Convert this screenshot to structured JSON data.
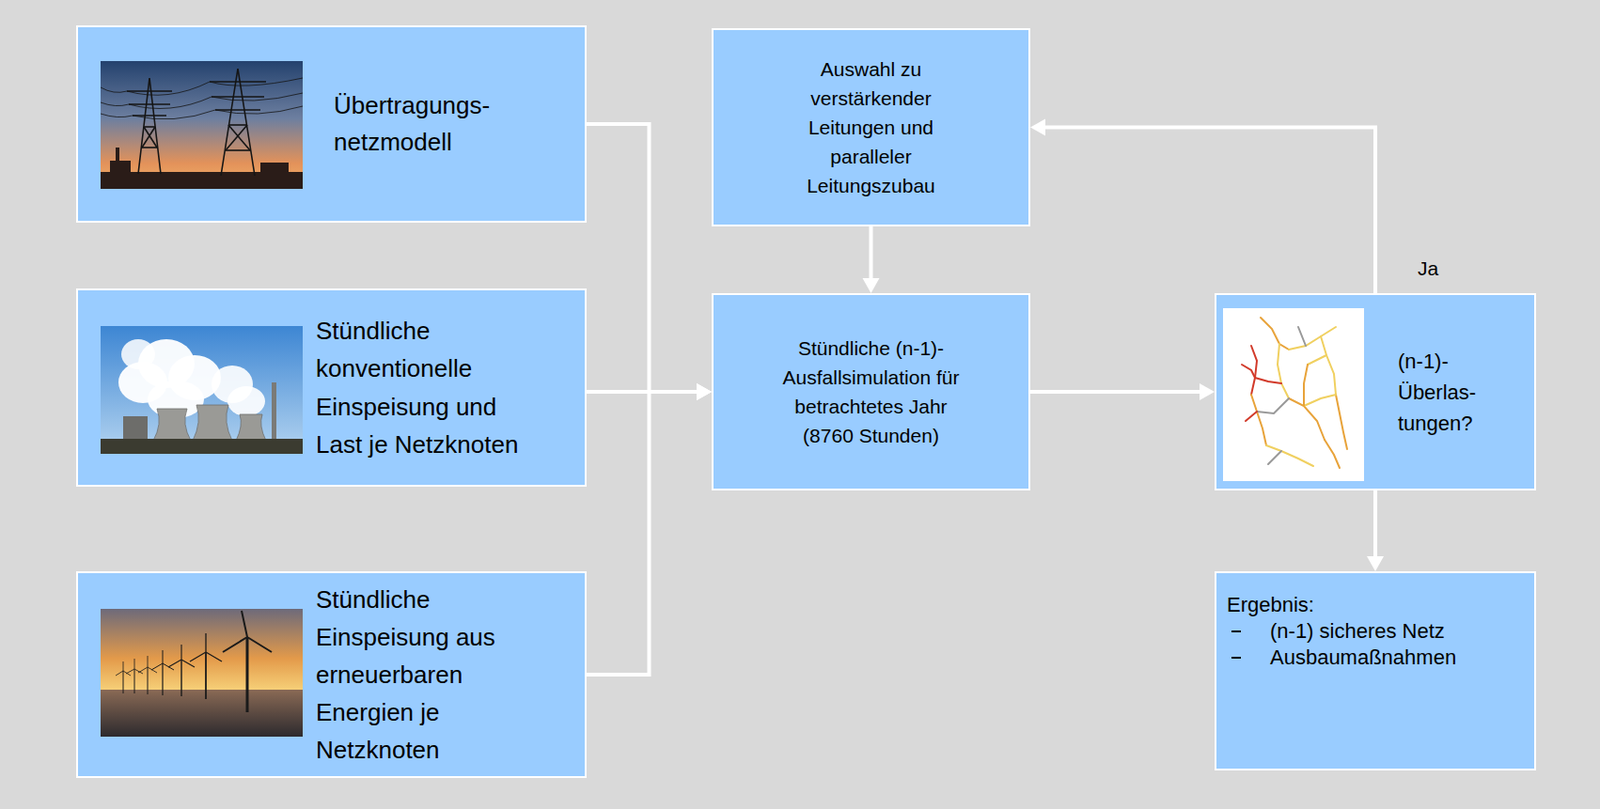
{
  "diagram": {
    "nodes": [
      {
        "text": [
          "Übertragungs- netzmodell"
        ]
      },
      {
        "text": [
          "Stündliche konventionelle Einspeisung und Last je Netzknoten"
        ]
      },
      {
        "text": [
          "Stündliche Einspeisung aus erneuerbaren Energien je Netzknoten"
        ]
      },
      {
        "text": [
          "Auswahl zu verstärkender Leitungen und paralleler Leitungszubau"
        ]
      },
      {
        "text": [
          "Stündliche (n-1)- Ausfallsimulation für betrachtetes Jahr (8760 Stunden)"
        ]
      },
      {
        "text": [
          "(n-1)- Überlas- tungen?"
        ]
      },
      {
        "text": [
          "Ergebnis:",
          "(n-1) sicheres Netz",
          "Ausbaumaßnahmen"
        ]
      }
    ],
    "edges": [
      {
        "from": 0,
        "to": 4,
        "arrow": "to"
      },
      {
        "from": 1,
        "to": 4,
        "arrow": "to"
      },
      {
        "from": 2,
        "to": 4,
        "arrow": "to"
      },
      {
        "from": 3,
        "to": 4,
        "arrow": "to"
      },
      {
        "from": 4,
        "to": 5,
        "arrow": "to"
      },
      {
        "from": 5,
        "to": 3,
        "label": "Ja",
        "arrow": "to"
      },
      {
        "from": 5,
        "to": 6,
        "arrow": "to"
      }
    ]
  }
}
